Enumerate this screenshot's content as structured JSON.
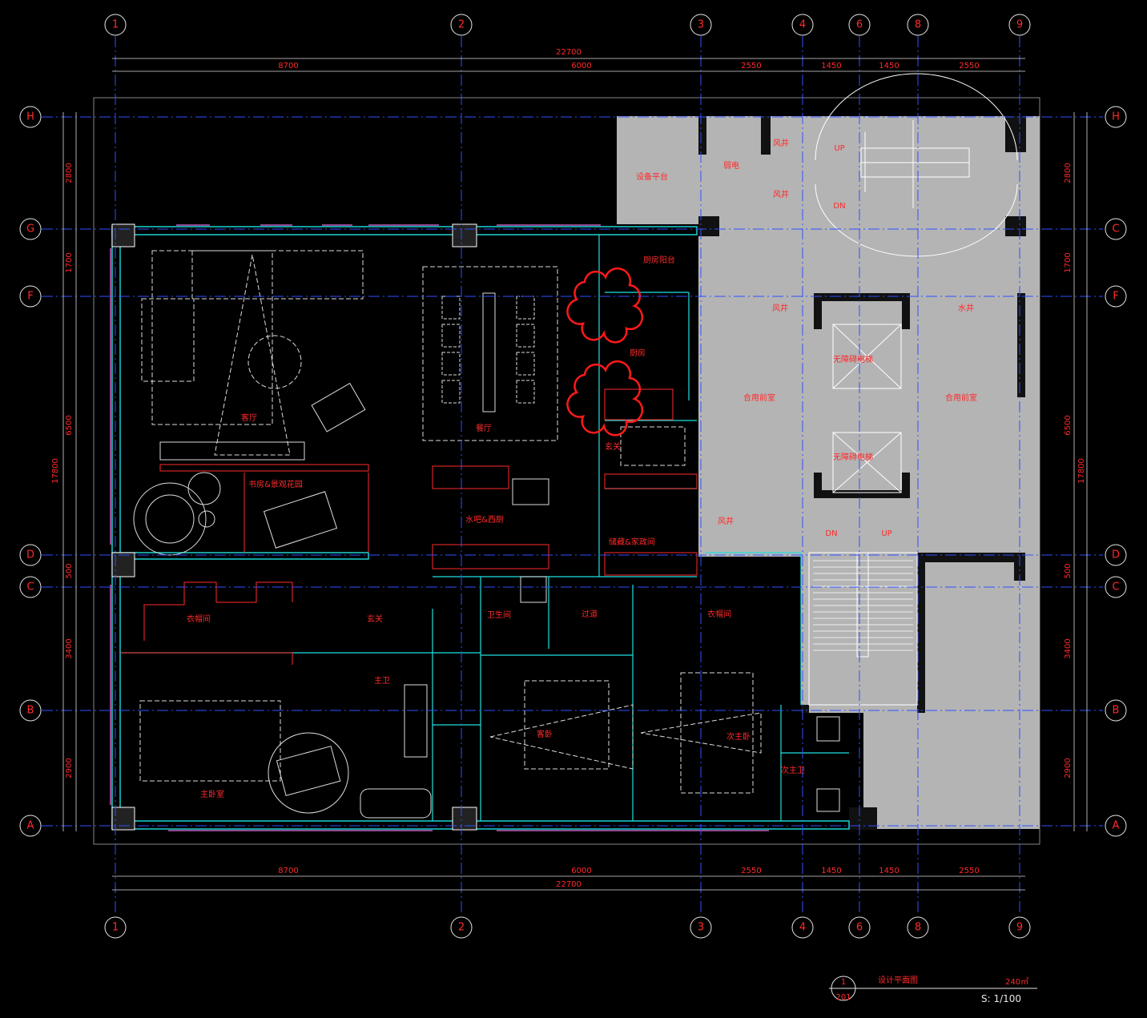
{
  "drawing": {
    "title": "设计平面图",
    "area": "240㎡",
    "scale": "S: 1/100",
    "view_number": "1",
    "sheet_number": "201"
  },
  "grid": {
    "columns": [
      "1",
      "2",
      "3",
      "4",
      "6",
      "8",
      "9"
    ],
    "rows": [
      "H",
      "G",
      "F",
      "D",
      "C",
      "B",
      "A"
    ],
    "rows_right": [
      "H",
      "C",
      "F",
      "D",
      "C",
      "B",
      "A"
    ]
  },
  "dimensions": {
    "total_width": "22700",
    "segments_top": [
      "8700",
      "6000",
      "2550",
      "1450",
      "1450",
      "2550"
    ],
    "segments_bottom": [
      "8700",
      "6000",
      "2550",
      "1450",
      "1450",
      "2550"
    ],
    "segments_left": [
      "2800",
      "1700",
      "6500",
      "500",
      "3400",
      "2900"
    ],
    "segments_right": [
      "2800",
      "1700",
      "6500",
      "500",
      "3400",
      "2900"
    ],
    "total_height": "17800"
  },
  "rooms": {
    "equipment_platform": "设备平台",
    "strong_weak_elec": "弱电",
    "air_shaft_1": "风井",
    "air_shaft_2": "风井",
    "air_shaft_3": "风井",
    "air_shaft_4": "风井",
    "water_shaft": "水井",
    "up_top": "UP",
    "dn_top": "DN",
    "dn_bottom": "DN",
    "up_bottom": "UP",
    "kitchen_balcony": "厨房阳台",
    "kitchen": "厨房",
    "shared_lobby_left": "合用前室",
    "shared_lobby_right": "合用前室",
    "barrier_free_lift_1": "无障碍电梯",
    "barrier_free_lift_2": "无障碍电梯",
    "living_room": "客厅",
    "dining_room": "餐厅",
    "entrance_top": "玄关",
    "study_garden": "书房&景观花园",
    "bar_western_kitchen": "水吧&西厨",
    "storage_laundry": "储藏&家政间",
    "cloakroom_left": "衣帽间",
    "entrance_bottom": "玄关",
    "bathroom": "卫生间",
    "corridor": "过道",
    "cloakroom_right": "衣帽间",
    "master_bath": "主卫",
    "guest_bedroom": "客卧",
    "second_bedroom": "次主卧",
    "second_bath": "次主卫",
    "master_bedroom": "主卧室"
  }
}
